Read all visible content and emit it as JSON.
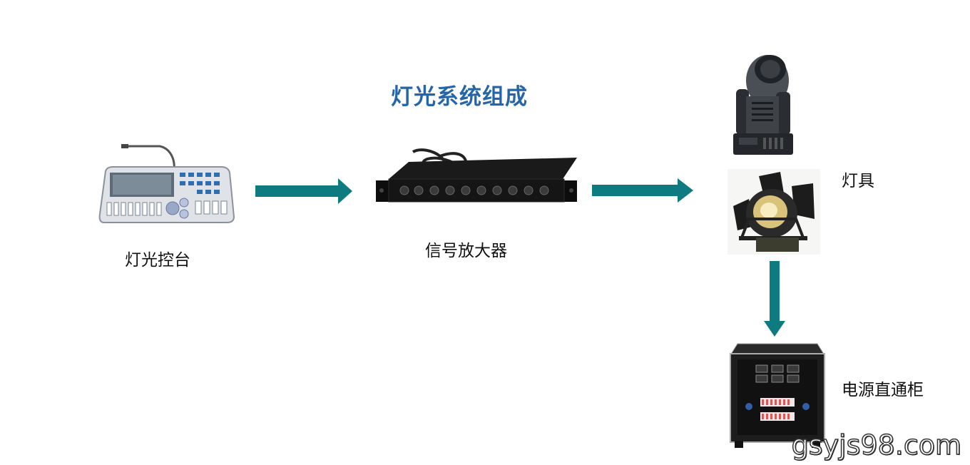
{
  "diagram": {
    "title": "灯光系统组成",
    "nodes": [
      {
        "id": "console",
        "label": "灯光控台",
        "icon": "lighting-console-image"
      },
      {
        "id": "amplifier",
        "label": "信号放大器",
        "icon": "signal-amplifier-image"
      },
      {
        "id": "fixtures",
        "label": "灯具",
        "icon": "light-fixtures-image"
      },
      {
        "id": "power",
        "label": "电源直通柜",
        "icon": "power-cabinet-image"
      }
    ],
    "edges": [
      {
        "from": "console",
        "to": "amplifier"
      },
      {
        "from": "amplifier",
        "to": "fixtures"
      },
      {
        "from": "fixtures",
        "to": "power"
      }
    ],
    "arrow_color": "#0e7b80",
    "title_color": "#2566a8"
  },
  "watermark": "gsyjs98.com"
}
